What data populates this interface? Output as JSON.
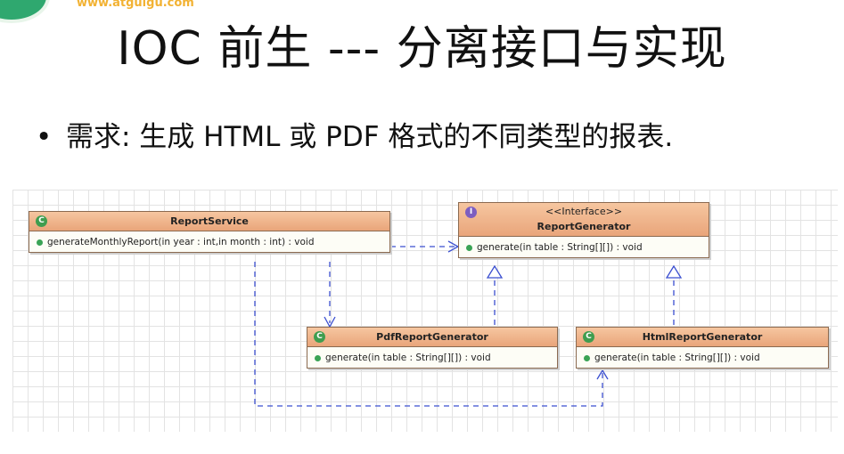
{
  "header": {
    "logo_text": "www.atguigu.com",
    "title": "IOC 前生 --- 分离接口与实现"
  },
  "bullet": {
    "symbol": "•",
    "text": "需求: 生成 HTML 或 PDF 格式的不同类型的报表."
  },
  "diagram": {
    "report_service": {
      "icon_letter": "C",
      "name": "ReportService",
      "method": "generateMonthlyReport(in year : int,in month : int) : void"
    },
    "report_generator": {
      "icon_letter": "I",
      "stereotype": "<<Interface>>",
      "name": "ReportGenerator",
      "method": "generate(in table : String[][]) : void"
    },
    "pdf_generator": {
      "icon_letter": "C",
      "name": "PdfReportGenerator",
      "method": "generate(in table : String[][]) : void"
    },
    "html_generator": {
      "icon_letter": "C",
      "name": "HtmlReportGenerator",
      "method": "generate(in table : String[][]) : void"
    },
    "colors": {
      "header_fill": "#e9a57a",
      "border": "#8b6a50",
      "dependency_line": "#3b4fd0",
      "class_icon": "#3f9d4f",
      "interface_icon": "#7d5ec0"
    }
  }
}
